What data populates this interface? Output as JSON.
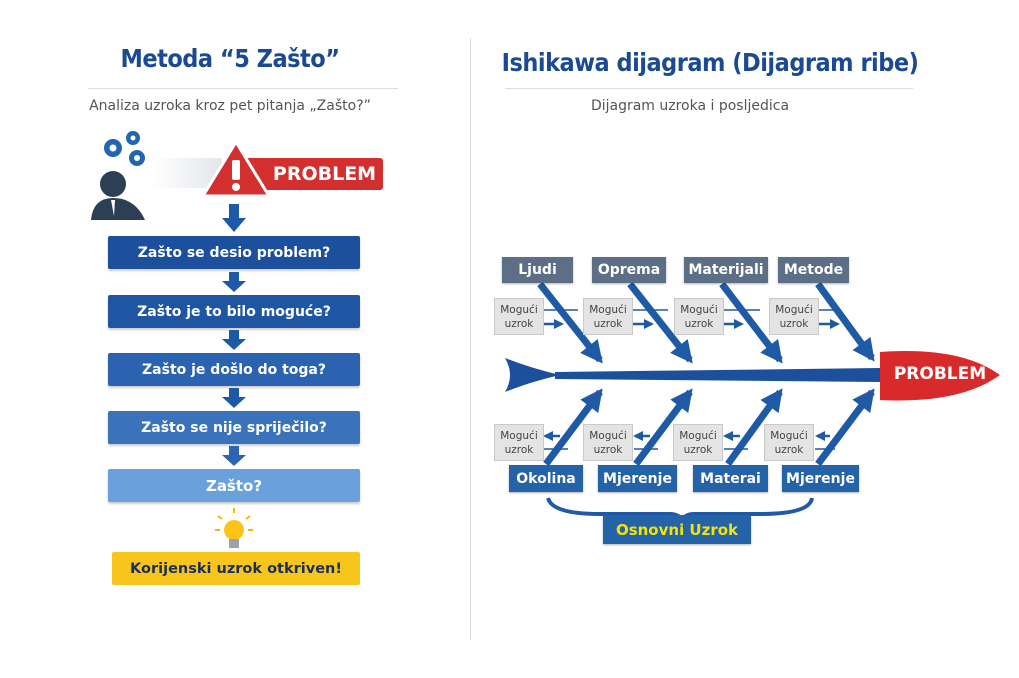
{
  "left": {
    "title": "Metoda “5 Zašto”",
    "subtitle": "Analiza uzroka kroz pet pitanja „Zašto?”",
    "problem_label": "PROBLEM",
    "steps": [
      "Zašto se desio problem?",
      "Zašto je to bilo moguće?",
      "Zašto je došlo do toga?",
      "Zašto se nije spriječilo?",
      "Zašto?"
    ],
    "result": "Korijenski uzrok otkriven!",
    "colors": {
      "primary": "#1c4a92",
      "problem": "#d32f2f",
      "result": "#f7c51c"
    }
  },
  "right": {
    "title": "Ishikawa dijagram (Dijagram ribe)",
    "subtitle": "Dijagram uzroka i posljedica",
    "top_categories": [
      "Ljudi",
      "Oprema",
      "Materijali",
      "Metode"
    ],
    "bottom_categories": [
      "Okolina",
      "Mjerenje",
      "Materai",
      "Mjerenje"
    ],
    "possible_cause_line1": "Mogući",
    "possible_cause_line2": "uzrok",
    "head_label": "PROBLEM",
    "root_label": "Osnovni Uzrok"
  }
}
